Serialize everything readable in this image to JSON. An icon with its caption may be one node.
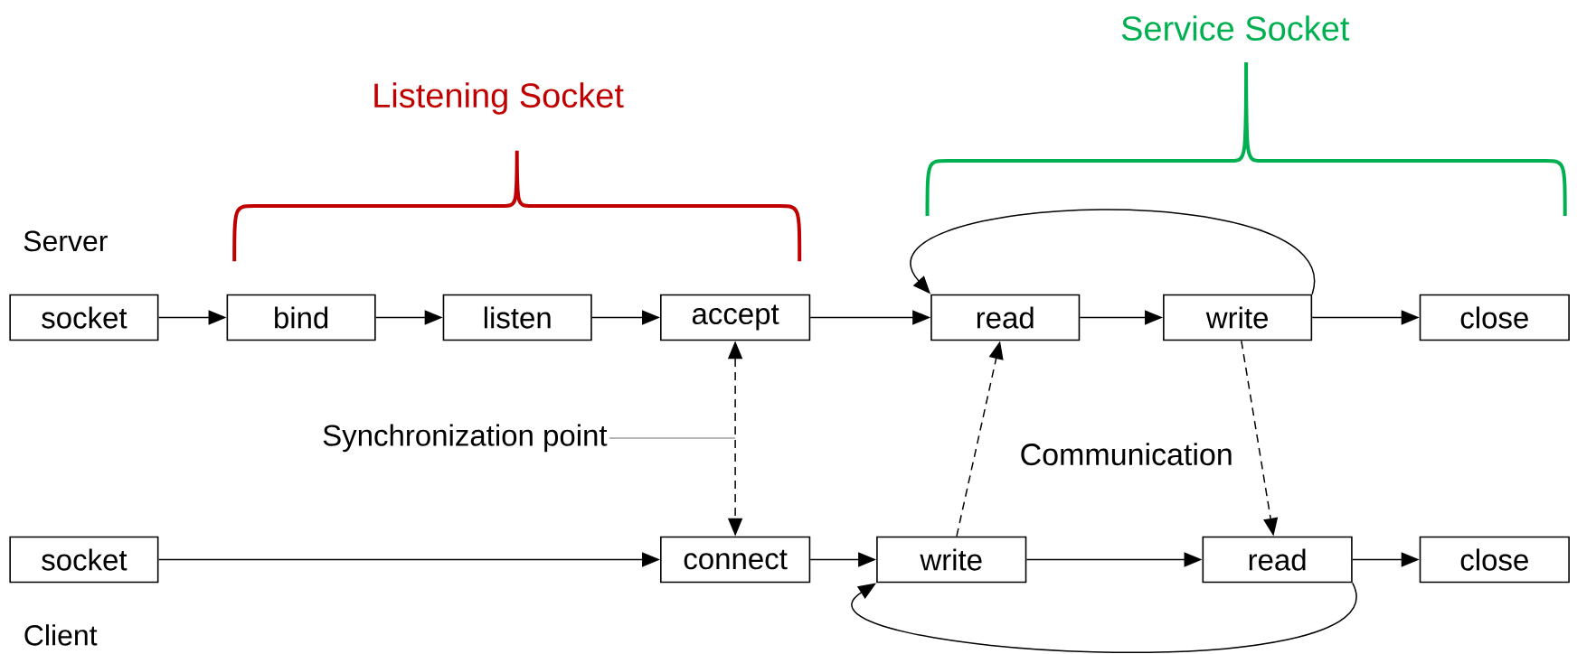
{
  "diagram": {
    "nodes": [
      {
        "text": [
          "socket"
        ]
      },
      {
        "text": [
          "bind"
        ]
      },
      {
        "text": [
          "listen"
        ]
      },
      {
        "text": [
          "accept"
        ]
      },
      {
        "text": [
          "read"
        ]
      },
      {
        "text": [
          "write"
        ]
      },
      {
        "text": [
          "close"
        ]
      },
      {
        "text": [
          "socket"
        ]
      },
      {
        "text": [
          "connect"
        ]
      },
      {
        "text": [
          "write"
        ]
      },
      {
        "text": [
          "read"
        ]
      },
      {
        "text": [
          "close"
        ]
      },
      {
        "text": [
          "Synchronization point"
        ]
      }
    ],
    "edges": [
      {
        "from": 0,
        "to": 1,
        "arrow": "to"
      },
      {
        "from": 1,
        "to": 2,
        "arrow": "to"
      },
      {
        "from": 2,
        "to": 3,
        "arrow": "to"
      },
      {
        "from": 3,
        "to": 4,
        "arrow": "to"
      },
      {
        "from": 4,
        "to": 5,
        "arrow": "to"
      },
      {
        "from": 5,
        "to": 6,
        "arrow": "to"
      },
      {
        "from": 5,
        "to": 4,
        "arrow": "to"
      },
      {
        "from": 3,
        "to": 8,
        "arrow": "both",
        "style": "dashed"
      },
      {
        "from": 12,
        "to": null,
        "arrow": "none",
        "color": "#a0a0a0"
      },
      {
        "from": 7,
        "to": 8,
        "arrow": "to"
      },
      {
        "from": 8,
        "to": 9,
        "arrow": "to"
      },
      {
        "from": 9,
        "to": 10,
        "arrow": "to"
      },
      {
        "from": 10,
        "to": 11,
        "arrow": "to"
      },
      {
        "from": 10,
        "to": 9,
        "arrow": "to"
      },
      {
        "from": 9,
        "to": 4,
        "arrow": "to",
        "style": "dashed"
      },
      {
        "from": 5,
        "to": 10,
        "arrow": "to",
        "style": "dashed"
      }
    ],
    "labels": [
      "Service Socket",
      "Listening Socket",
      "Server",
      "Communication",
      "Client"
    ]
  }
}
